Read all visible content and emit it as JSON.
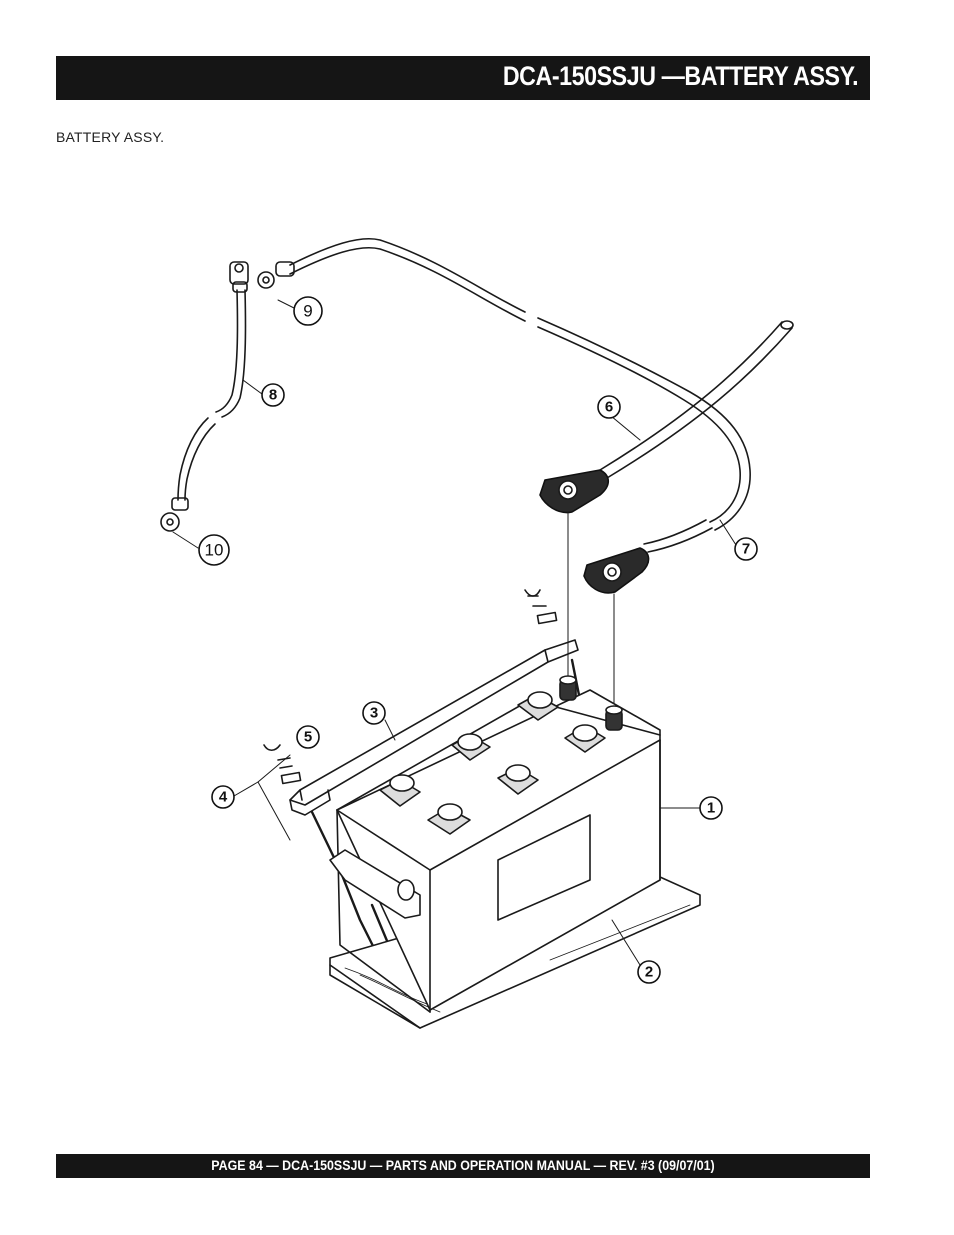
{
  "header": {
    "title": "DCA-150SSJU  —BATTERY ASSY."
  },
  "section": {
    "label": "BATTERY   ASSY."
  },
  "callouts": {
    "c1": "1",
    "c2": "2",
    "c3": "3",
    "c4": "4",
    "c5": "5",
    "c6": "6",
    "c7": "7",
    "c8": "8",
    "c9": "9",
    "c10": "10"
  },
  "footer": {
    "text": "PAGE 84 — DCA-150SSJU — PARTS AND OPERATION MANUAL — REV. #3 (09/07/01)"
  }
}
